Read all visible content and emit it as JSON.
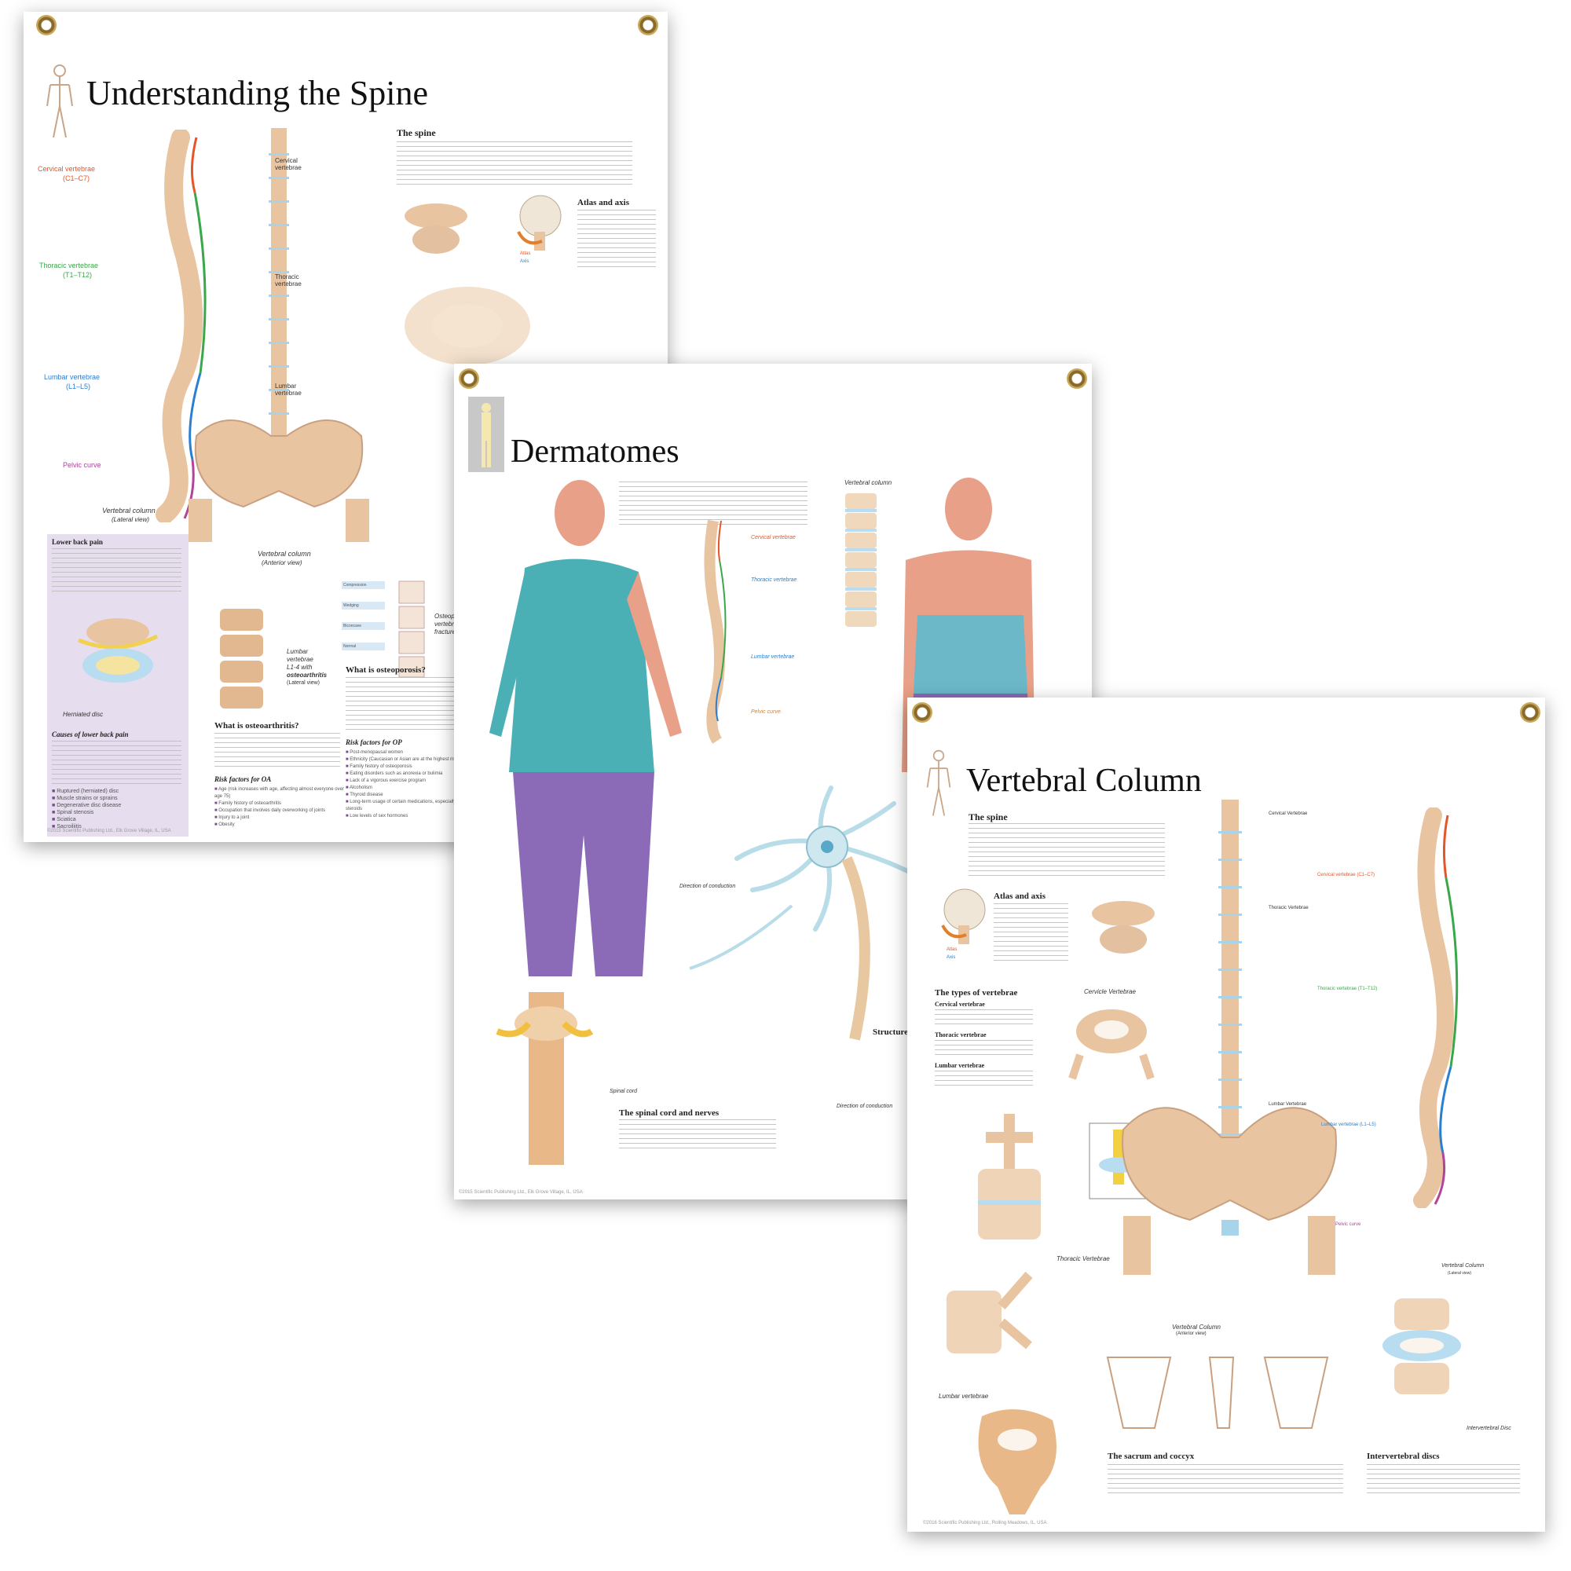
{
  "colors": {
    "cervical": "#e2572a",
    "thoracic": "#3aa84a",
    "lumbar": "#2a7fd0",
    "pelvic": "#b0459a",
    "bone": "#e9c4a0",
    "nerve_teal": "#4ab0b5",
    "nerve_purple": "#8b6bb8",
    "panel_purple": "#e6ddee"
  },
  "spine_poster": {
    "title": "Understanding the Spine",
    "section_spine": "The spine",
    "section_atlas": "Atlas and axis",
    "label_cervical": "Cervical vertebrae",
    "label_cervical_range": "(C1–C7)",
    "label_thoracic": "Thoracic vertebrae",
    "label_thoracic_range": "(T1–T12)",
    "label_lumbar": "Lumbar vertebrae",
    "label_lumbar_range": "(L1–L5)",
    "label_pelvic": "Pelvic curve",
    "label_cervical_ant": "Cervical vertebrae",
    "label_thoracic_ant": "Thoracic vertebrae",
    "label_lumbar_ant": "Lumbar vertebrae",
    "caption_lateral": "Vertebral column",
    "caption_lateral_sub": "(Lateral view)",
    "caption_anterior": "Vertebral column",
    "caption_anterior_sub": "(Anterior view)",
    "panel_heading": "Lower back pain",
    "herniated": "Herniated disc",
    "causes_heading": "Causes of lower back pain",
    "causes_list": [
      "Ruptured (herniated) disc",
      "Muscle strains or sprains",
      "Degenerative disc disease",
      "Spinal stenosis",
      "Sciatica",
      "Sacroiliitis"
    ],
    "osteoarthritis_caption_1": "Lumbar",
    "osteoarthritis_caption_2": "vertebrae",
    "osteoarthritis_caption_3": "L1-4 with",
    "osteoarthritis_caption_4": "osteoarthritis",
    "osteoarthritis_caption_5": "(Lateral view)",
    "oa_heading": "What is osteoarthritis?",
    "oa_risk_heading": "Risk factors for OA",
    "oa_risks": [
      "Age (risk increases with age, affecting almost everyone over age 75)",
      "Family history of osteoarthritis",
      "Occupation that involves daily overworking of joints",
      "Injury to a joint",
      "Obesity"
    ],
    "fracture_caption_1": "Osteoporotic",
    "fracture_caption_2": "vertebral",
    "fracture_caption_3": "fractures",
    "fracture_types": [
      "Compression",
      "Wedging",
      "Biconcave",
      "Normal"
    ],
    "op_heading": "What is osteoporosis?",
    "op_risk_heading": "Risk factors for OP",
    "op_risks": [
      "Post-menopausal women",
      "Ethnicity (Caucasian or Asian are at the highest risk)",
      "Family history of osteoporosis",
      "Eating disorders such as anorexia or bulimia",
      "Lack of a vigorous exercise program",
      "Alcoholism",
      "Thyroid disease",
      "Long-term usage of certain medications, especially steroids",
      "Low levels of sex hormones"
    ],
    "label_atlas": "Atlas",
    "label_axis": "Axis",
    "copyright": "©2015 Scientific Publishing Ltd., Elk Grove Village, IL, USA"
  },
  "dermatomes_poster": {
    "title": "Dermatomes",
    "label_vertebral_column": "Vertebral column",
    "label_cervical": "Cervical vertebrae",
    "label_thoracic": "Thoracic vertebrae",
    "label_lumbar": "Lumbar vertebrae",
    "label_pelvic": "Pelvic curve",
    "label_direction_1": "Direction of conduction",
    "label_direction_2": "Direction of conduction",
    "label_spinal_cord": "Spinal cord",
    "label_structure": "Structure",
    "section_cord": "The spinal cord and nerves",
    "copyright": "©2015 Scientific Publishing Ltd., Elk Grove Village, IL, USA"
  },
  "vertebral_poster": {
    "title": "Vertebral Column",
    "section_spine": "The spine",
    "section_atlas": "Atlas and axis",
    "section_types": "The types of vertebrae",
    "type_cervical": "Cervical vertebrae",
    "type_thoracic": "Thoracic vertebrae",
    "type_lumbar": "Lumbar vertebrae",
    "caption_cervical": "Cervicle Vertebrae",
    "caption_thoracic": "Thoracic Vertebrae",
    "caption_lumbar": "Lumbar vertebrae",
    "caption_column": "Vertebral Column",
    "caption_column_sub": "(Anterior view)",
    "caption_column_lat": "Vertebral Column",
    "caption_column_lat_sub": "(Lateral view)",
    "caption_disc": "Intervertebral Disc",
    "label_cervical_ant": "Cervical Vertebrae",
    "label_thoracic_ant": "Thoracic Vertebrae",
    "label_lumbar_ant": "Lumbar Vertebrae",
    "label_cervical": "Cervical vertebrae (C1–C7)",
    "label_thoracic": "Thoracic vertebrae (T1–T12)",
    "label_lumbar": "Lumbar vertebrae (L1–L5)",
    "label_pelvic": "Pelvic curve",
    "label_atlas": "Atlas",
    "label_axis": "Axis",
    "section_sacrum": "The sacrum and coccyx",
    "section_discs": "Intervertebral discs",
    "copyright": "©2016 Scientific Publishing Ltd., Rolling Meadows, IL, USA"
  }
}
